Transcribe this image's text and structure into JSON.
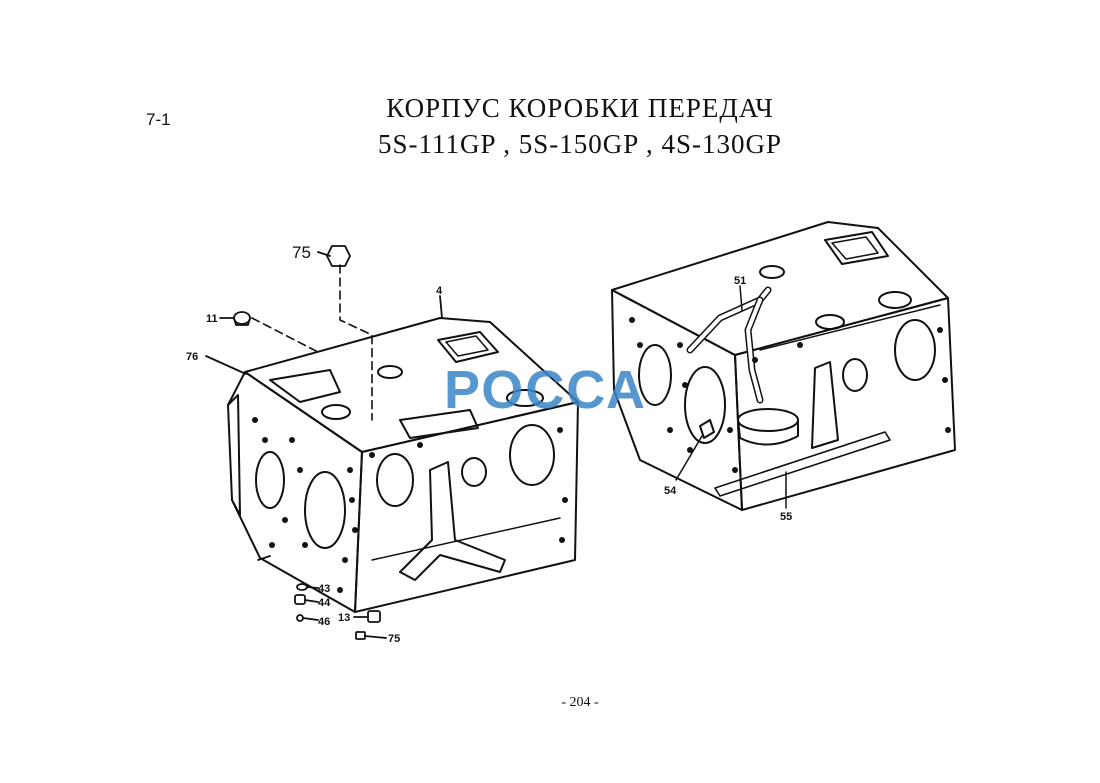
{
  "document": {
    "section_number": "7-1",
    "title_line1": "КОРПУС  КОРОБКИ  ПЕРЕДАЧ",
    "title_line2": "5S-111GP , 5S-150GP , 4S-130GP",
    "page_number": "- 204 -"
  },
  "watermark": {
    "text": "РОССА",
    "color": "#3a86c8"
  },
  "callouts": {
    "c75_top": "75",
    "c4": "4",
    "c11": "11",
    "c76": "76",
    "c43": "43",
    "c44": "44",
    "c46": "46",
    "c13": "13",
    "c75_bottom": "75",
    "c51": "51",
    "c54": "54",
    "c55": "55"
  }
}
